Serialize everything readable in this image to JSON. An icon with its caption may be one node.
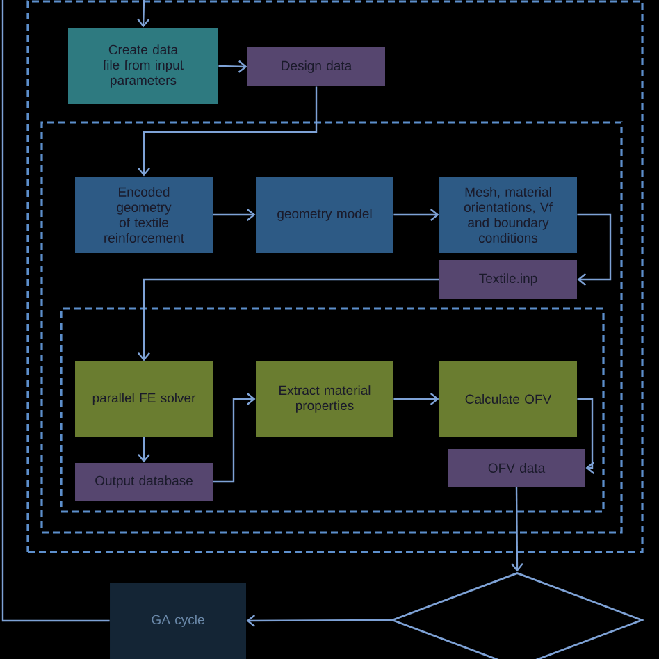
{
  "diagram": {
    "nodes": [
      {
        "text": [],
        "shape": "box"
      },
      {
        "text": [
          "Create data file from input parameters"
        ],
        "in": 0
      },
      {
        "text": [
          "Design data"
        ],
        "in": 0
      },
      {
        "text": [],
        "shape": "box",
        "in": 0
      },
      {
        "text": [
          "Encoded geometry of textile reinforcement"
        ],
        "in": 3
      },
      {
        "text": [
          "geometry model"
        ],
        "in": 3
      },
      {
        "text": [
          "Mesh, material orientations, Vf and boundary conditions"
        ],
        "in": 3
      },
      {
        "text": [
          "Textile.inp"
        ],
        "in": 3
      },
      {
        "text": [],
        "shape": "box",
        "in": 3
      },
      {
        "text": [
          "parallel FE solver"
        ],
        "in": 8
      },
      {
        "text": [
          "Extract material properties"
        ],
        "in": 8
      },
      {
        "text": [
          "Calculate OFV"
        ],
        "in": 8
      },
      {
        "text": [
          "Output database"
        ],
        "in": 8
      },
      {
        "text": [
          "OFV data"
        ],
        "in": 8
      },
      {
        "text": [
          "GA cycle"
        ]
      },
      {
        "text": [],
        "shape": "diamond"
      }
    ],
    "edges": [
      {
        "from": null,
        "to": 1,
        "arrow": "to"
      },
      {
        "from": 1,
        "to": 2,
        "arrow": "to"
      },
      {
        "from": 2,
        "to": 4,
        "arrow": "to"
      },
      {
        "from": 4,
        "to": 5,
        "arrow": "to"
      },
      {
        "from": 5,
        "to": 6,
        "arrow": "to"
      },
      {
        "from": 6,
        "to": 7,
        "arrow": "to"
      },
      {
        "from": 7,
        "to": 9,
        "arrow": "to"
      },
      {
        "from": 9,
        "to": 12,
        "arrow": "to"
      },
      {
        "from": 12,
        "to": 10,
        "arrow": "to"
      },
      {
        "from": 10,
        "to": 11,
        "arrow": "to"
      },
      {
        "from": 11,
        "to": 13,
        "arrow": "to"
      },
      {
        "from": 13,
        "to": 15,
        "arrow": "to"
      },
      {
        "from": 15,
        "to": 14,
        "arrow": "to"
      },
      {
        "from": 14,
        "to": null,
        "arrow": "none"
      }
    ]
  }
}
